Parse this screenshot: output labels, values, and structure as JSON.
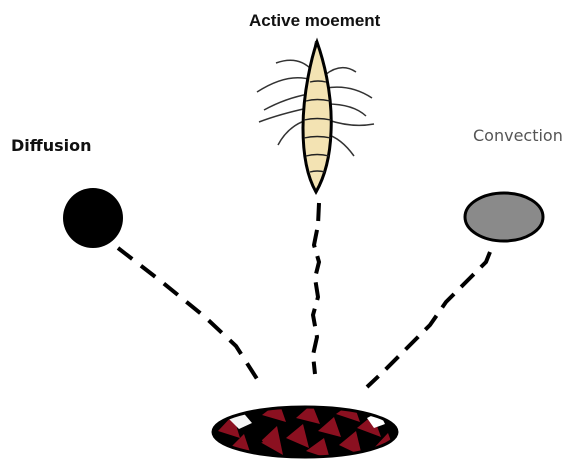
{
  "labels": {
    "active_movement": "Active moement",
    "diffusion": "Diffusion",
    "convection": "Convection"
  },
  "colors": {
    "label_active": "#111111",
    "label_diffusion": "#111111",
    "label_convection": "#555555",
    "diffusion_particle": "#000000",
    "convection_particle": "#8a8a8a",
    "organism_body": "#f3e3b3",
    "target_fill": "#000000",
    "target_pattern": "#8b1020"
  },
  "icons": {
    "diffusion": "diffusion-particle-icon",
    "convection": "convection-particle-icon",
    "active": "swimming-organism-icon",
    "target": "target-surface-icon"
  }
}
